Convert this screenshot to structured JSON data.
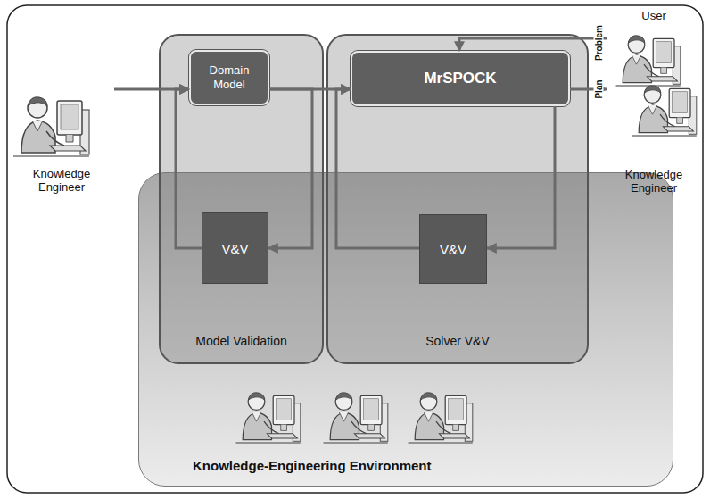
{
  "diagram": {
    "nodes": [
      {
        "text": [
          "Knowledge Engineer"
        ]
      },
      {
        "text": [
          "Model Validation"
        ]
      },
      {
        "text": [
          "Domain Model"
        ],
        "in": 1
      },
      {
        "text": [
          "V&V"
        ],
        "in": 1
      },
      {
        "text": [
          "Solver V&V"
        ]
      },
      {
        "text": [
          "MrSPOCK"
        ],
        "in": 4
      },
      {
        "text": [
          "V&V"
        ],
        "in": 4
      },
      {
        "text": [
          "User",
          "Knowledge Engineer"
        ]
      },
      {
        "text": [
          "Knowledge-Engineering Environment"
        ]
      }
    ],
    "edges": [
      {
        "from": 0,
        "to": 2,
        "arrow": "to"
      },
      {
        "from": 2,
        "to": 5,
        "arrow": "to"
      },
      {
        "from": 2,
        "to": 3,
        "arrow": "to"
      },
      {
        "from": 3,
        "to": 2,
        "arrow": "to"
      },
      {
        "from": 6,
        "to": 5,
        "arrow": "to"
      },
      {
        "from": 5,
        "to": 6,
        "arrow": "to"
      },
      {
        "from": 7,
        "to": 5,
        "label": "Problem",
        "arrow": "to"
      },
      {
        "from": 5,
        "to": 7,
        "label": "Plan",
        "arrow": "to"
      }
    ]
  }
}
